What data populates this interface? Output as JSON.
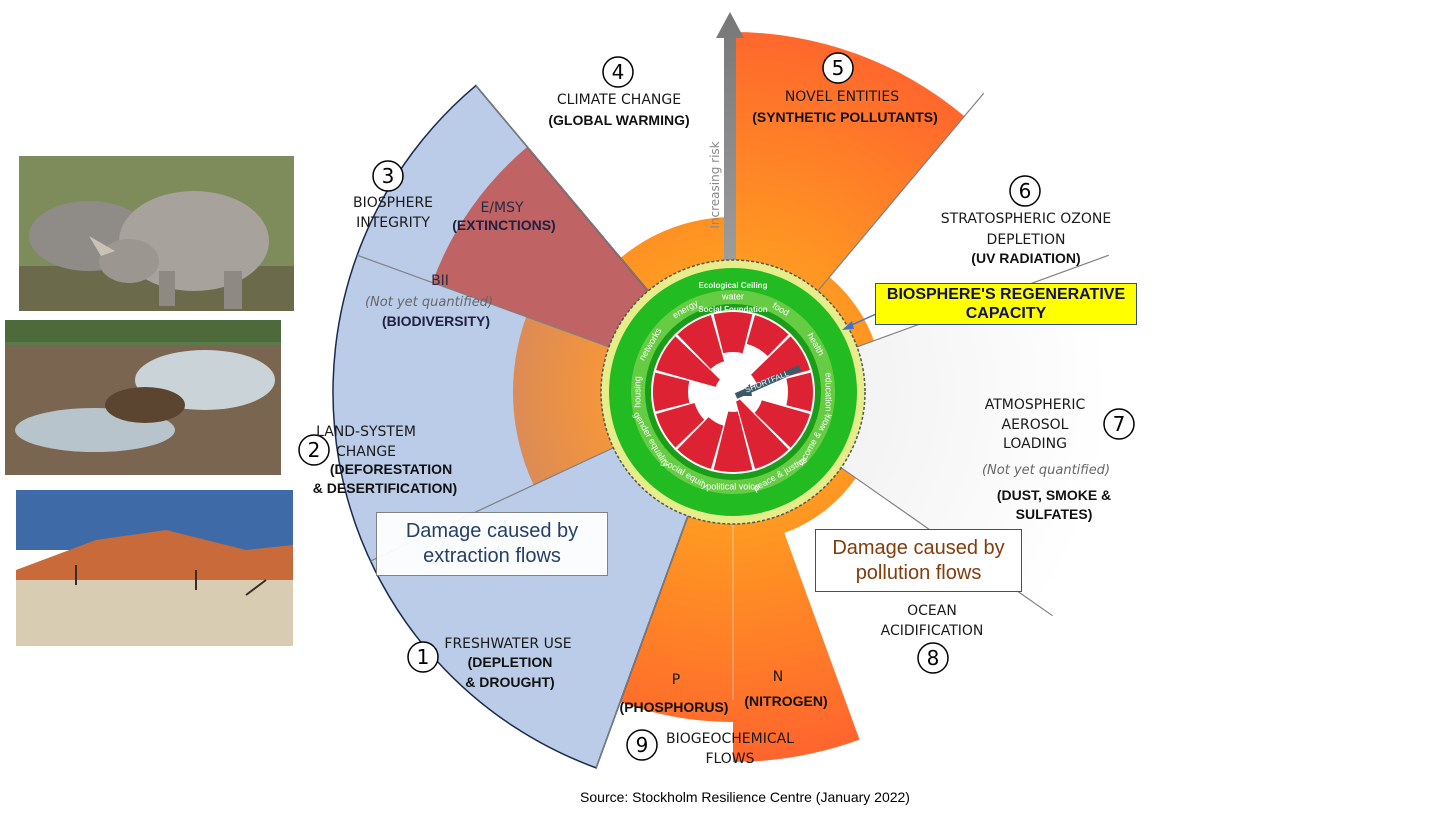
{
  "source": "Source: Stockholm Resilience Centre (January 2022)",
  "axis_label": "Increasing risk",
  "boundaries": [
    {
      "number": "1",
      "name": "FRESHWATER USE",
      "sub": "(DEPLETION",
      "sub2": "& DROUGHT)"
    },
    {
      "number": "2",
      "name": "LAND-SYSTEM",
      "name2": "CHANGE",
      "sub": "(DEFORESTATION",
      "sub2": "& DESERTIFICATION)"
    },
    {
      "number": "3",
      "name": "BIOSPHERE",
      "name2": "INTEGRITY"
    },
    {
      "number": "4",
      "name": "CLIMATE CHANGE",
      "sub": "(GLOBAL WARMING)"
    },
    {
      "number": "5",
      "name": "NOVEL ENTITIES",
      "sub": "(SYNTHETIC POLLUTANTS)"
    },
    {
      "number": "6",
      "name": "STRATOSPHERIC OZONE",
      "name2": "DEPLETION",
      "sub": "(UV RADIATION)"
    },
    {
      "number": "7",
      "name": "ATMOSPHERIC",
      "name2": "AEROSOL",
      "name3": "LOADING",
      "note": "(Not yet quantified)",
      "sub": "(DUST, SMOKE &",
      "sub2": "SULFATES)"
    },
    {
      "number": "8",
      "name": "OCEAN",
      "name2": "ACIDIFICATION"
    },
    {
      "number": "9",
      "name": "BIOGEOCHEMICAL",
      "name2": "FLOWS"
    }
  ],
  "biosphere": {
    "emsy": "E/MSY",
    "extinctions": "(EXTINCTIONS)",
    "bii": "BII",
    "bii_note": "(Not yet quantified)",
    "biodiversity": "(BIODIVERSITY)"
  },
  "biogeo": {
    "p": "P",
    "phosphorus": "(PHOSPHORUS)",
    "n": "N",
    "nitrogen": "(NITROGEN)"
  },
  "callout": {
    "line1": "BIOSPHERE'S REGENERATIVE",
    "line2": "CAPACITY"
  },
  "extraction_box": {
    "line1": "Damage caused by",
    "line2": "extraction flows"
  },
  "pollution_box": {
    "line1": "Damage caused by",
    "line2": "pollution flows"
  },
  "doughnut": {
    "ceiling": "Ecological Ceiling",
    "foundation": "Social Foundation",
    "shortfall": "SHORTFALL",
    "sectors": [
      "water",
      "food",
      "health",
      "education",
      "income & work",
      "peace & justice",
      "political voice",
      "social equity",
      "gender equality",
      "housing",
      "networks",
      "energy"
    ]
  },
  "colors": {
    "extraction_blue": "#b4c6e7",
    "orange": "#ff6a2a",
    "red_overlay": "#c0504d",
    "callout_yellow": "#ffff00",
    "doughnut_green": "#22bb22",
    "shortfall_red": "#dd2233"
  },
  "photos": [
    "rhino-photo",
    "deforestation-photo",
    "desert-photo"
  ]
}
